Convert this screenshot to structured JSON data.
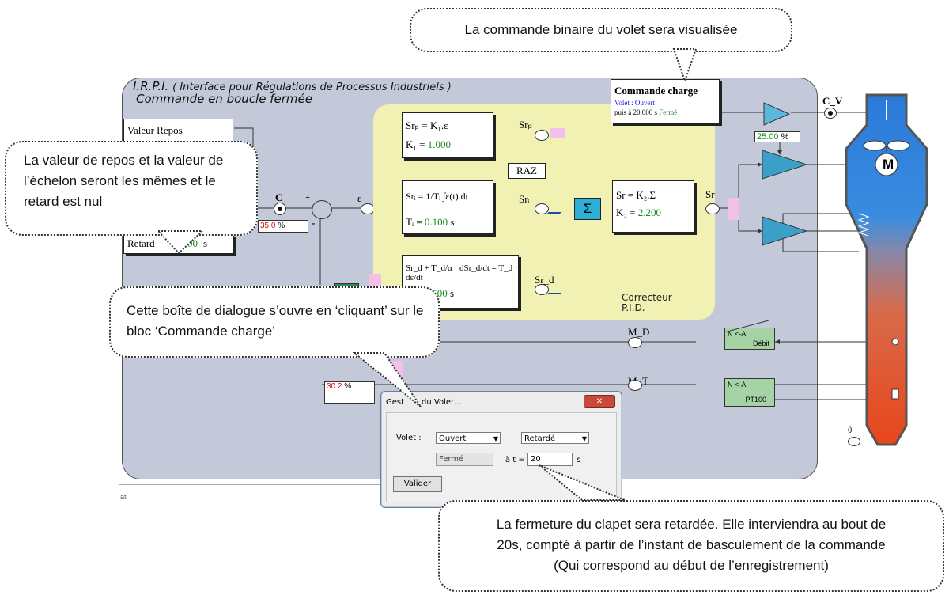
{
  "app": {
    "title_line1": "I.R.P.I.",
    "title_line1_paren": "( Interface pour Régulations de Processus Industriels )",
    "title_line2": "Commande en boucle fermée"
  },
  "repos_box": {
    "label": "Valeur Repos",
    "retard_label": "Retard",
    "retard_unit": "s",
    "retard_value_partial": "00"
  },
  "signals": {
    "c": "C",
    "plus": "+",
    "minus": "-",
    "eps": "ε",
    "srp": "Srₚ",
    "sri": "Srᵢ",
    "srd": "Sr_d",
    "sr": "Sr",
    "md": "M_D",
    "mt": "M_T",
    "cv": "C_V",
    "theta": "θ"
  },
  "percent_fields": {
    "c_value": "35.0",
    "c_unit": "%",
    "mt_value": "30.2",
    "mt_unit": "%",
    "gain_value": "25.00",
    "gain_unit": "%"
  },
  "pid": {
    "p_formula": "Srₚ = K₁.ε",
    "p_param_label": "K₁ =",
    "p_param_value": "1.000",
    "i_formula": "Srᵢ = 1/Tᵢ ∫ε(t).dt",
    "i_param_label": "Tᵢ =",
    "i_param_value": "0.100",
    "i_param_unit": "s",
    "d_formula": "Sr_d + T_d/α · dSr_d/dt = T_d · dε/dt",
    "d_param_partial": ".500",
    "d_param_unit": "s",
    "raz": "RAZ",
    "sum_symbol": "Σ",
    "sr_formula": "Sr = K₂.Σ",
    "sr_param_label": "K₂ =",
    "sr_param_value": "2.200",
    "zone_label_1": "Correcteur",
    "zone_label_2": "P.I.D."
  },
  "commande_charge": {
    "title": "Commande charge",
    "volet_label": "Volet :",
    "volet_value": "Ouvert",
    "then_label": "puis à",
    "then_value": "20.000",
    "then_unit": "s",
    "then_state": "Fermé"
  },
  "converters": {
    "debit_header": "N <-A",
    "debit_label": "Débit",
    "pt100_header": "N <-A",
    "pt100_label": "PT100"
  },
  "motor": {
    "label": "M"
  },
  "dialog": {
    "title_partial": "Gest",
    "title_rest": "du Volet...",
    "close": "✕",
    "volet_label": "Volet :",
    "volet_select": "Ouvert",
    "mode_select": "Retardé",
    "state_readonly": "Fermé",
    "at_label": "à t =",
    "at_value": "20",
    "at_unit": "s",
    "valider": "Valider"
  },
  "status_fragment": "at",
  "callouts": {
    "top": "La commande binaire du volet sera visualisée",
    "left": "La valeur de repos et la valeur de l’échelon seront les mêmes et le retard est nul",
    "middle": "Cette boîte de dialogue s’ouvre en ‘cliquant’ sur le bloc ‘Commande charge’",
    "bottom_line1": "La fermeture du clapet sera retardée. Elle interviendra au bout de",
    "bottom_line2": "20s, compté à partir de l’instant de basculement de la commande",
    "bottom_line3": "(Qui correspond au début de l’enregistrement)"
  },
  "colors": {
    "panel": "#c4c9da",
    "pid_zone": "#f2f1b4",
    "amplifier": "#3aa0c8",
    "converter": "#a6d3a6",
    "tower_top": "#2a7ad8",
    "tower_bottom": "#e8461a"
  }
}
